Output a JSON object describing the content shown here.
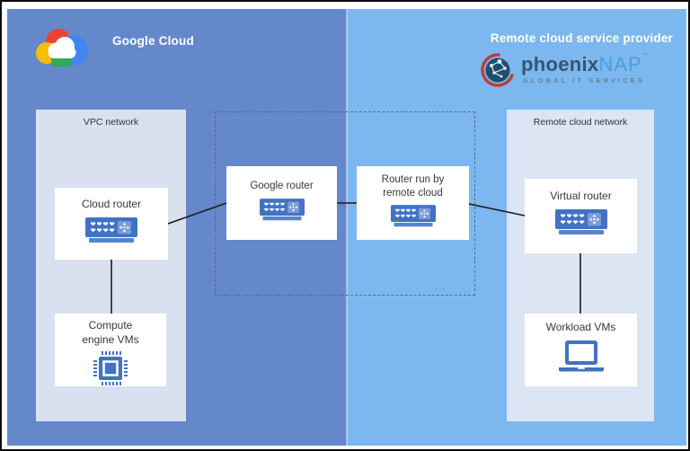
{
  "header": {
    "left_title": "Google Cloud",
    "right_title": "Remote cloud service provider"
  },
  "brand": {
    "phoenix": "phoenix",
    "nap": "NAP",
    "tm": "™",
    "tagline": "GLOBAL IT SERVICES"
  },
  "groups": {
    "vpc_label": "VPC network",
    "remote_label": "Remote cloud network"
  },
  "nodes": {
    "cloud_router": "Cloud router",
    "google_router": "Google router",
    "remote_router": "Router run by remote cloud",
    "virtual_router": "Virtual router",
    "compute_vms": "Compute engine VMs",
    "workload_vms": "Workload VMs"
  },
  "icons": {
    "google_cloud_logo": "google-cloud-logo-icon",
    "phoenixnap_globe": "globe-network-icon",
    "router": "router-icon",
    "chip": "compute-chip-icon",
    "laptop": "laptop-icon"
  },
  "connections": [
    {
      "from": "cloud_router",
      "to": "google_router"
    },
    {
      "from": "google_router",
      "to": "remote_router"
    },
    {
      "from": "remote_router",
      "to": "virtual_router"
    },
    {
      "from": "cloud_router",
      "to": "compute_vms"
    },
    {
      "from": "virtual_router",
      "to": "workload_vms"
    }
  ],
  "colors": {
    "left_panel": "#6588CB",
    "right_panel": "#7CB7F0",
    "vpc_group_bg": "#D9E1F1",
    "remote_group_bg": "#DBE5F4",
    "node_bg": "#FFFFFF",
    "icon_blue": "#4372C4",
    "icon_light_blue": "#7C9BD9",
    "connector": "#1B1B1B",
    "dashed_border": "#5E6B78",
    "title_text": "#FFFFFF",
    "phoenix_text": "#35566E",
    "nap_text": "#4B9FD6",
    "tagline_text": "#66808F",
    "brand_red": "#C23B33"
  }
}
